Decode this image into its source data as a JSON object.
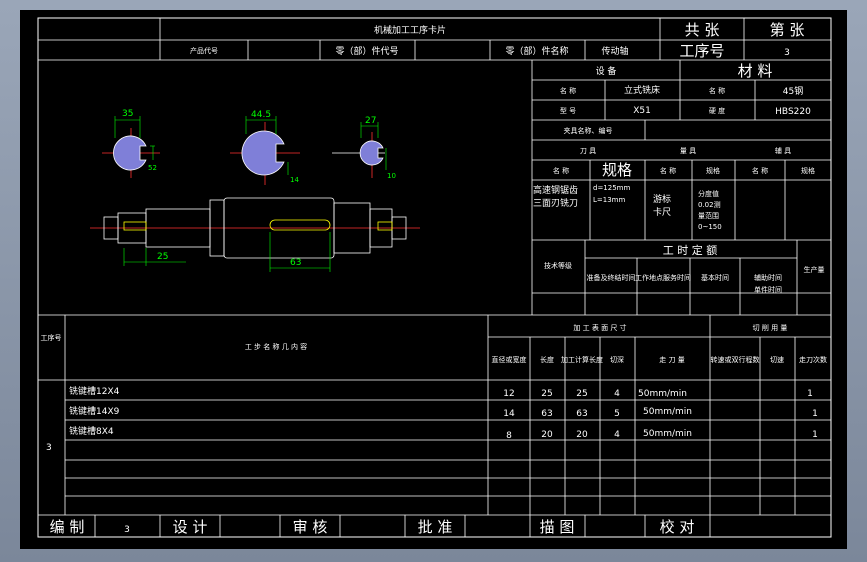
{
  "header": {
    "card_title": "机械加工工序卡片",
    "total_sheets": "共 张",
    "sheet_no": "第 张",
    "product_code_label": "产品代号",
    "part_code_label": "零（部）件代号",
    "part_name_label": "零（部）件名称",
    "part_name_value": "传动轴",
    "process_no_label": "工序号",
    "process_no_value": "3"
  },
  "equipment": {
    "section_label": "设 备",
    "name_label": "名 称",
    "name_value": "立式铣床",
    "model_label": "型 号",
    "model_value": "X51"
  },
  "material": {
    "section_label": "材 料",
    "name_label": "名 称",
    "name_value": "45钢",
    "hardness_label": "硬 度",
    "hardness_value": "HBS220"
  },
  "fixture_label": "夹具名称、编号",
  "tools": {
    "cutter_label": "刀 具",
    "gauge_label": "量 具",
    "aux_label": "辅 具",
    "name_label": "名 称",
    "spec_label": "规格",
    "cutter_name": [
      "高速钢锯齿",
      "三面刃铣刀"
    ],
    "cutter_spec": [
      "d=125mm",
      "L=13mm"
    ],
    "gauge_name": [
      "游标",
      "卡尺"
    ],
    "gauge_spec": [
      "分度值",
      "0.02测",
      "量范围",
      "0~150"
    ]
  },
  "time_quota": {
    "title": "工 时 定 额",
    "tech_grade": "技术等级",
    "prep_time": "准备及终结时间",
    "setup_time": "工作地点服务时间",
    "basic_time": "基本时间",
    "aux_time": "辅助时间",
    "unit_time": "单件时间",
    "output": "生产量"
  },
  "ops_header": {
    "step_no": "工序号",
    "content": "工 步 名 称 几 内 容",
    "surface_dims": "加 工 表 面 尺 寸",
    "cut_params": "切 削 用 量",
    "width": "直径或宽度",
    "length": "长度",
    "calc_length": "加工计算长度",
    "depth": "切深",
    "feed": "走 刀 量",
    "speed": "转速或双行程数",
    "cut_speed": "切速",
    "passes": "走刀次数"
  },
  "ops": [
    {
      "content": "铣键槽12X4",
      "width": "12",
      "length": "25",
      "calc": "25",
      "depth": "4",
      "feed": "50mm/min",
      "passes": "1"
    },
    {
      "content": "铣键槽14X9",
      "width": "14",
      "length": "63",
      "calc": "63",
      "depth": "5",
      "feed": "50mm/min",
      "passes": "1"
    },
    {
      "content": "铣键槽8X4",
      "width": "8",
      "length": "20",
      "calc": "20",
      "depth": "4",
      "feed": "50mm/min",
      "passes": "1"
    }
  ],
  "ops_step_no": "3",
  "footer": {
    "compile_label": "编 制",
    "compile_value": "3",
    "design_label": "设 计",
    "review_label": "审 核",
    "approve_label": "批 准",
    "draw_label": "描 图",
    "check_label": "校 对"
  },
  "drawing_dims": {
    "sec1_width": "35",
    "sec1_depth": "52",
    "sec2_width": "44.5",
    "sec2_depth": "14",
    "sec3_width": "27",
    "sec3_depth": "10",
    "len1": "25",
    "len2": "63"
  }
}
